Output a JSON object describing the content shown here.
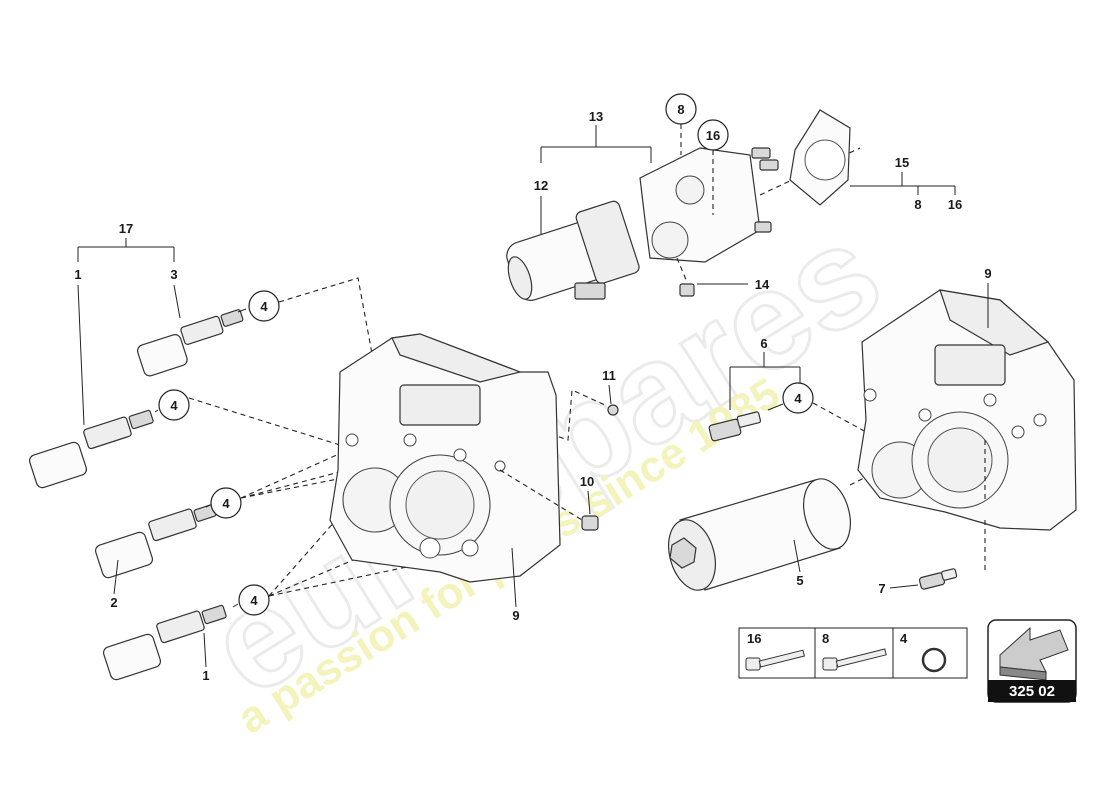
{
  "watermark": {
    "brand": "eurospares",
    "tagline": "a passion for parts since 1985"
  },
  "callouts": {
    "c1a": "1",
    "c1b": "1",
    "c2": "2",
    "c3": "3",
    "c4a": "4",
    "c4b": "4",
    "c4c": "4",
    "c4d": "4",
    "c4e": "4",
    "c5": "5",
    "c6": "6",
    "c7": "7",
    "c8a": "8",
    "c8b": "8",
    "c9a": "9",
    "c9b": "9",
    "c10": "10",
    "c11": "11",
    "c12": "12",
    "c13": "13",
    "c14": "14",
    "c15": "15",
    "c16a": "16",
    "c16b": "16",
    "c17": "17"
  },
  "legend": {
    "items": [
      "16",
      "8",
      "4"
    ]
  },
  "page_code": "325 02"
}
